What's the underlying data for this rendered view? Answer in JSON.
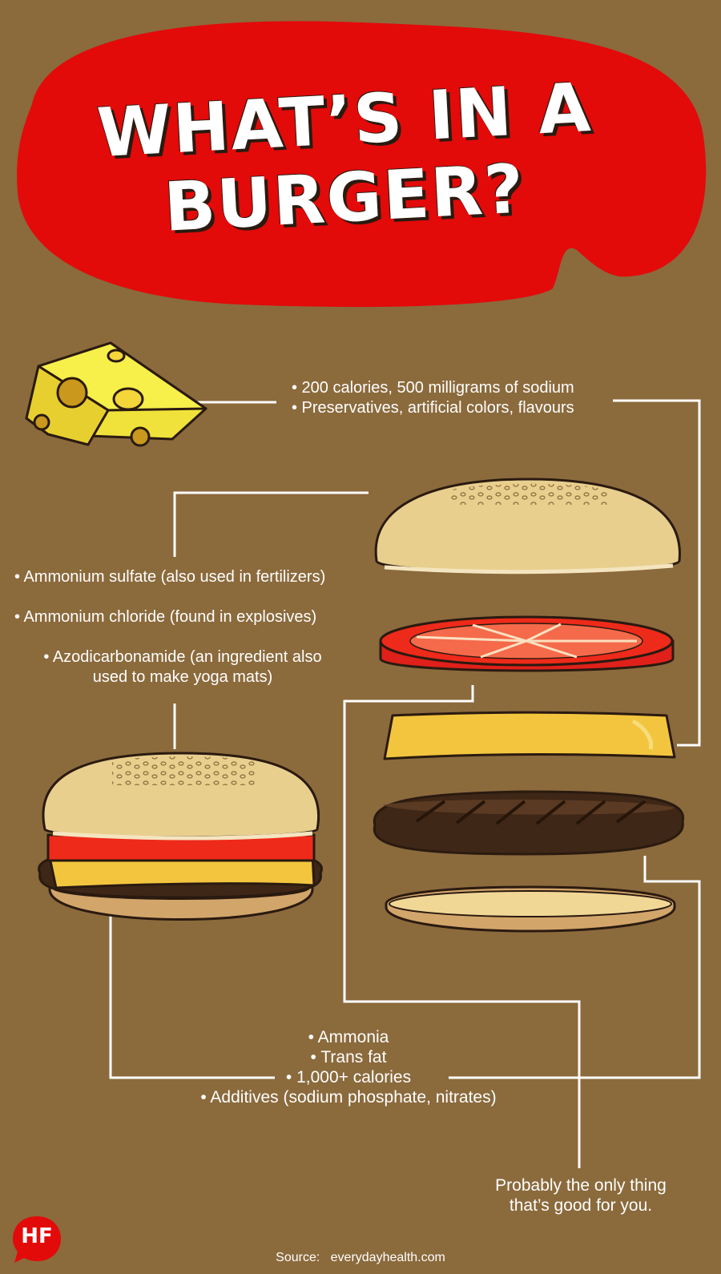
{
  "title": {
    "line1": "WHAT’S IN A",
    "line2": "BURGER?"
  },
  "cheese": {
    "bullets": [
      "• 200 calories, 500 milligrams of sodium",
      "• Preservatives, artificial colors, flavours"
    ]
  },
  "bun": {
    "bullets": [
      "• Ammonium sulfate (also used in fertilizers)",
      "• Ammonium chloride (found in explosives)"
    ],
    "bullet3_line1": "• Azodicarbonamide (an ingredient also",
    "bullet3_line2": "used to make yoga mats)"
  },
  "patty": {
    "bullets": [
      "• Ammonia",
      "• Trans fat",
      "• 1,000+ calories",
      "• Additives (sodium phosphate, nitrates)"
    ]
  },
  "tomato": {
    "line1": "Probably the only thing",
    "line2": "that’s good for you."
  },
  "source": {
    "label": "Source:",
    "value": "everydayhealth.com"
  },
  "logo": {
    "text": "HF"
  },
  "colors": {
    "background": "#8b6a3c",
    "title_blob": "#e30a0a",
    "bun": "#e9cf8e",
    "tomato": "#ee2a1a",
    "cheese": "#f3c53e",
    "patty": "#4a2f1c",
    "lines": "#ffffff"
  },
  "icons": [
    "cheese-wedge-icon",
    "bun-top-icon",
    "tomato-slice-icon",
    "cheese-slice-icon",
    "patty-icon",
    "bun-bottom-icon",
    "whole-burger-icon",
    "hf-logo-icon"
  ]
}
